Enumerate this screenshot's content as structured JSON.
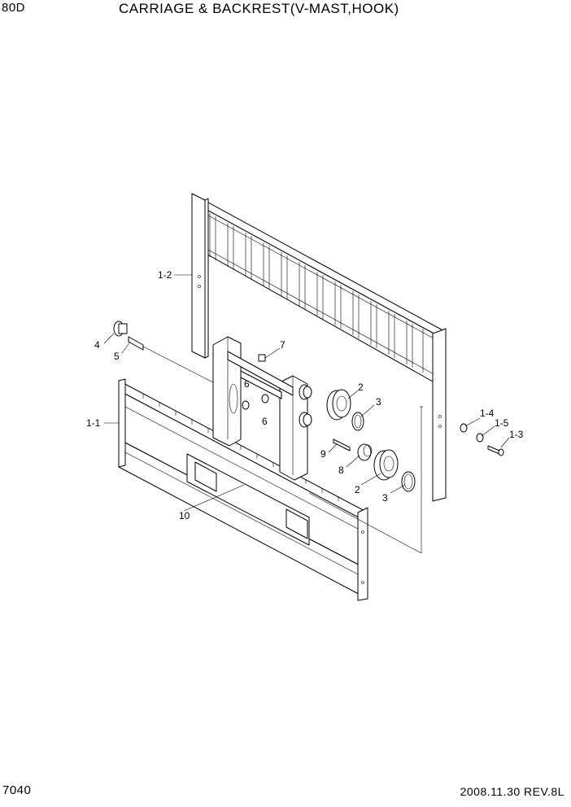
{
  "header": {
    "model": "80D",
    "title": "CARRIAGE & BACKREST(V-MAST,HOOK)"
  },
  "footer": {
    "page_number": "7040",
    "date_rev": "2008.11.30  REV.8L"
  },
  "callouts": {
    "c1_2": "1-2",
    "c1_1": "1-1",
    "c1_3": "1-3",
    "c1_4": "1-4",
    "c1_5": "1-5",
    "c2a": "2",
    "c2b": "2",
    "c3a": "3",
    "c3b": "3",
    "c4": "4",
    "c5": "5",
    "c6a": "6",
    "c6b": "6",
    "c7": "7",
    "c8": "8",
    "c9": "9",
    "c10": "10"
  }
}
